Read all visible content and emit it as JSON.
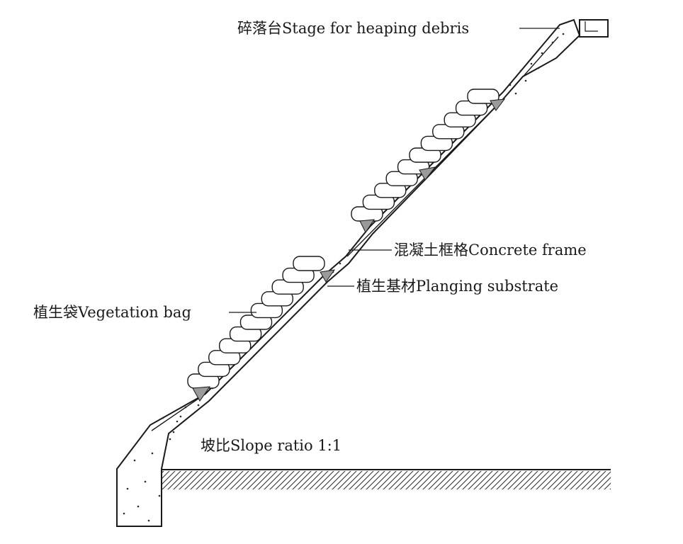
{
  "labels": {
    "stage": "碎落台Stage for heaping debris",
    "frame": "混凝土框格Concrete frame",
    "substrate": "植生基材Planging substrate",
    "bag": "植生袋Vegetation bag",
    "slope": "坡比Slope ratio 1:1"
  },
  "colors": {
    "line": "#1a1a1a",
    "hatch": "#333333",
    "fill_gray": "#9a9a9a",
    "stipple": "#2a2a2a"
  }
}
